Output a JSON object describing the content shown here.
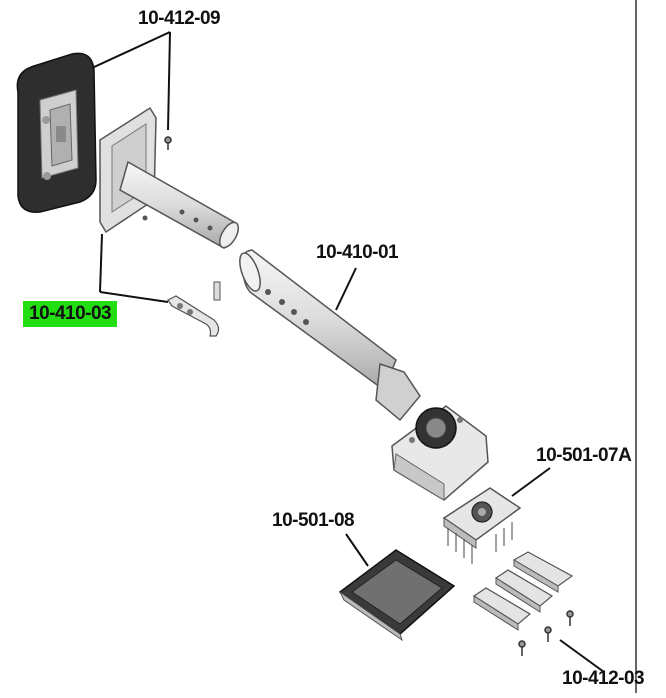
{
  "diagram": {
    "callouts": [
      {
        "id": "c1",
        "text": "10-412-09",
        "highlighted": false
      },
      {
        "id": "c2",
        "text": "10-410-03",
        "highlighted": true
      },
      {
        "id": "c3",
        "text": "10-410-01",
        "highlighted": false
      },
      {
        "id": "c4",
        "text": "10-501-07A",
        "highlighted": false
      },
      {
        "id": "c5",
        "text": "10-501-08",
        "highlighted": false
      },
      {
        "id": "c6",
        "text": "10-412-03",
        "highlighted": false
      }
    ]
  },
  "colors": {
    "highlight": "#22dd11",
    "line": "#111111",
    "part_fill": "#e4e4e4",
    "part_stroke": "#555555",
    "dark_part": "#2e2e2e"
  }
}
